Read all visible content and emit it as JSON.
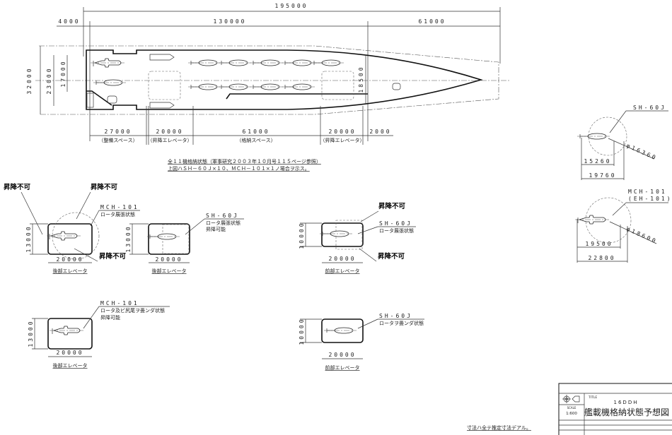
{
  "plan_view": {
    "dims_top": {
      "overall": "195000",
      "aft": "4000",
      "deck": "130000",
      "bow": "61000"
    },
    "dims_left": {
      "beam_outer": "32000",
      "beam_deck": "23000",
      "beam_inner": "17000",
      "beam_fwd": "18500"
    },
    "dims_bottom": [
      {
        "value": "27000",
        "label": "（整備スペース）"
      },
      {
        "value": "20000",
        "label": "（昇降エレベータ）"
      },
      {
        "value": "61000",
        "label": "（格納スペース）"
      },
      {
        "value": "20000",
        "label": "（昇降エレベータ）"
      },
      {
        "value": "2000",
        "label": ""
      }
    ],
    "notes": [
      "全１１機格納状態（軍事研究２００３年１０月号１１５ページ参照）",
      "上図ハＳＨ－６０Ｊ×１０、ＭＣＨ－１０１×１ノ場合ヲ示ス。"
    ]
  },
  "elevators": [
    {
      "caption": "後部エレベータ",
      "width": "20000",
      "height": "13000",
      "aircraft": "MCH-101",
      "state": "ロータ展張状態",
      "warnings": [
        "昇降不可",
        "昇降不可",
        "昇降不可"
      ]
    },
    {
      "caption": "後部エレベータ",
      "width": "20000",
      "height": "13000",
      "aircraft": "SH-60J",
      "state": "ロータ展張状態",
      "result": "昇降可能"
    },
    {
      "caption": "前部エレベータ",
      "width": "20000",
      "height": "10000",
      "aircraft": "SH-60J",
      "state": "ロータ展張状態",
      "warnings": [
        "昇降不可",
        "昇降不可"
      ]
    },
    {
      "caption": "後部エレベータ",
      "width": "20000",
      "height": "13000",
      "aircraft": "MCH-101",
      "state": "ロータ及ビ尻尾ヲ畳ンダ状態",
      "result": "昇降可能"
    },
    {
      "caption": "前部エレベータ",
      "width": "20000",
      "height": "10000",
      "aircraft": "SH-60J",
      "state": "ロータヲ畳ンダ状態"
    }
  ],
  "aircraft_specs": [
    {
      "name": "SH-60J",
      "rotor_dia": "φ16360",
      "len_a": "15260",
      "len_b": "19760"
    },
    {
      "name": "MCH-101",
      "alt_name": "(EH-101)",
      "rotor_dia": "φ18600",
      "len_a": "19500",
      "len_b": "22800"
    }
  ],
  "footer_note": "寸法ハ全テ推定寸法デアル。",
  "title_block": {
    "title_label": "TITLE",
    "project": "16DDH",
    "title": "艦載機格納状態予想図",
    "scale_label": "SCALE",
    "scale": "1:600"
  }
}
